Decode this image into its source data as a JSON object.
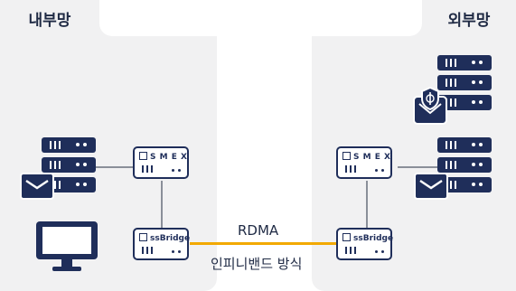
{
  "zones": {
    "internal": {
      "label": "내부망"
    },
    "external": {
      "label": "외부망"
    }
  },
  "nodes": {
    "smex_left": {
      "label": "S M E X"
    },
    "bridge_left": {
      "label": "ssBridge"
    },
    "smex_right": {
      "label": "S M E X"
    },
    "bridge_right": {
      "label": "ssBridge"
    }
  },
  "link": {
    "protocol": "RDMA",
    "method": "인피니밴드 방식"
  },
  "icons": [
    "server-rack-icon",
    "mail-icon",
    "monitor-icon",
    "shield-mail-icon"
  ],
  "colors": {
    "navy": "#1f2e5a",
    "rdma_link": "#f2a900",
    "zone_bg": "#f1f1f2"
  }
}
